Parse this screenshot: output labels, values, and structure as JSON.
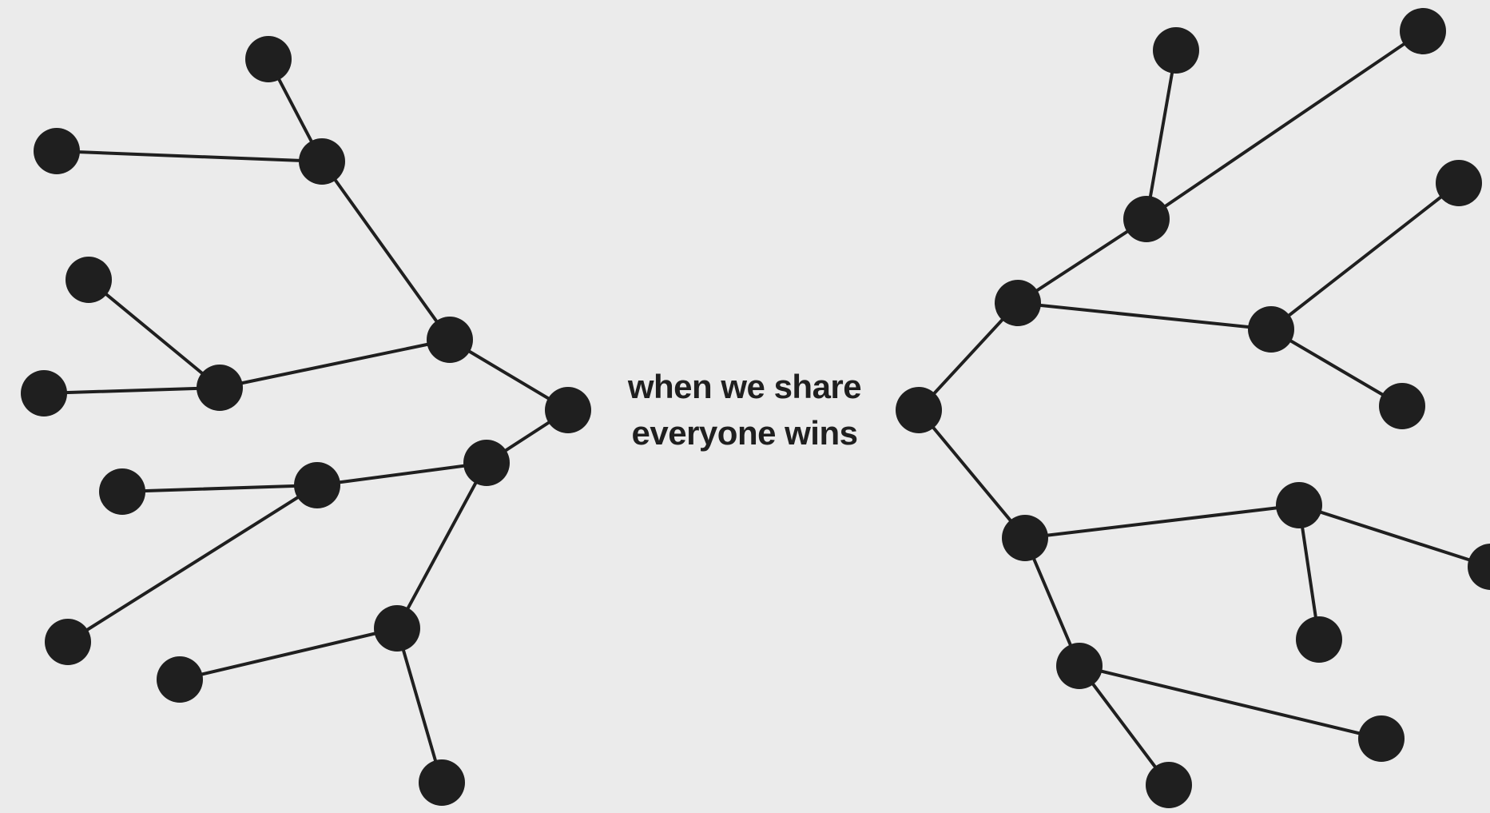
{
  "caption": {
    "line1": "when we share",
    "line2": "everyone wins"
  },
  "colors": {
    "background": "#ebebeb",
    "node": "#1f1f1f",
    "edge": "#1f1f1f"
  },
  "networks": [
    {
      "id": "left-tree",
      "nodes": [
        "root",
        "a",
        "b",
        "c",
        "d",
        "e",
        "f",
        "g",
        "h",
        "i",
        "j",
        "k",
        "l",
        "m",
        "n"
      ],
      "edges": [
        [
          "root",
          "a"
        ],
        [
          "a",
          "b"
        ],
        [
          "b",
          "c"
        ],
        [
          "b",
          "d"
        ],
        [
          "a",
          "e"
        ],
        [
          "e",
          "f"
        ],
        [
          "e",
          "g"
        ],
        [
          "root",
          "h"
        ],
        [
          "h",
          "i"
        ],
        [
          "i",
          "j"
        ],
        [
          "i",
          "k"
        ],
        [
          "h",
          "l"
        ],
        [
          "l",
          "m"
        ],
        [
          "l",
          "n"
        ]
      ]
    },
    {
      "id": "right-tree",
      "nodes": [
        "root",
        "a",
        "b",
        "c",
        "d",
        "e",
        "f",
        "g",
        "h",
        "i",
        "j",
        "k",
        "l",
        "m",
        "n"
      ],
      "edges": [
        [
          "root",
          "a"
        ],
        [
          "a",
          "b"
        ],
        [
          "b",
          "c"
        ],
        [
          "b",
          "d"
        ],
        [
          "a",
          "e"
        ],
        [
          "e",
          "f"
        ],
        [
          "e",
          "g"
        ],
        [
          "root",
          "h"
        ],
        [
          "h",
          "i"
        ],
        [
          "i",
          "j"
        ],
        [
          "i",
          "k"
        ],
        [
          "h",
          "l"
        ],
        [
          "l",
          "m"
        ],
        [
          "l",
          "n"
        ]
      ]
    }
  ]
}
